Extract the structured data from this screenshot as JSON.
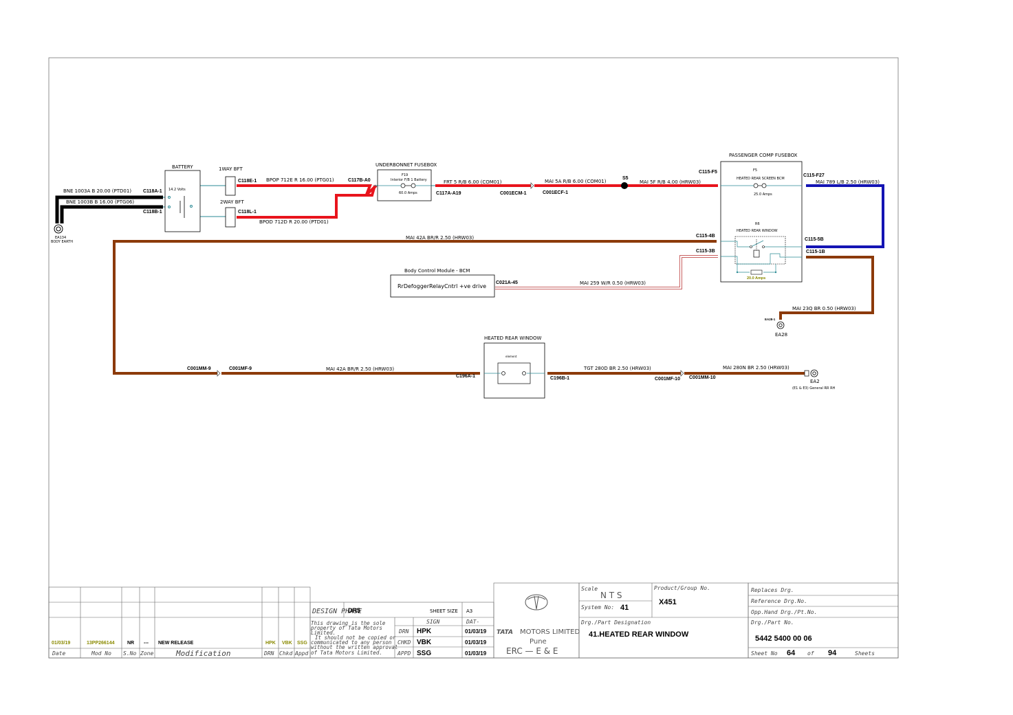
{
  "colors": {
    "red": "#e8141c",
    "blue": "#1414b4",
    "brown": "#8c3a0a",
    "brown2": "#7a3d0c",
    "black": "#000000",
    "teal": "#2a8a94",
    "amber": "#cccc00"
  },
  "components": {
    "battery": {
      "title": "BATTERY",
      "volts": "14.2 Volts"
    },
    "bft1": "1WAY BFT",
    "bft2": "2WAY BFT",
    "ubfb": {
      "title": "UNDERBONNET FUSEBOX",
      "fuse": "F19",
      "fuse_desc": "Interior F/B 1 Battery",
      "amps": "60.0 Amps"
    },
    "pcfb": {
      "title": "PASSENGER COMP FUSEBOX",
      "fuse": "F5",
      "fuse_desc": "HEATED REAR SCREEN BCM",
      "amps": "25.0 Amps",
      "relay": "R6",
      "relay_desc": "HEATED REAR WINDOW",
      "relay_amps": "20.0 Amps"
    },
    "bcm": {
      "title": "Body Control Module - BCM",
      "func": "RrDefoggerRelayCntrl +ve drive"
    },
    "hrw": {
      "title": "HEATED REAR WINDOW",
      "element": "element"
    },
    "ea134": {
      "id": "EA134",
      "desc": "BODY EARTH"
    },
    "ea28": {
      "id": "EA28"
    },
    "ea2": {
      "id": "EA2",
      "desc": "(E1 & E3) General RR RH"
    }
  },
  "wires": {
    "w1003a": "BNE  1003A   B  20.00  (PTD01)",
    "w1003b": "BNE  1003B   B  16.00  (PTG06)",
    "w712e": "BPOP  712E   R  16.00  (PTG01)",
    "w712d": "BPOD  712D   R  20.00  (PTD01)",
    "w5": "FRT  5   R/B  6.00  (COM01)",
    "w5a": "MAI  5A  R/B  6.00  (COM01)",
    "w5f": "MAI  5F   R/B  4.00  (HRW03)",
    "w789": "MAI  789  L/B  2.50  (HRW03)",
    "w42a_top": "MAI  42A   BR/R  2.50  (HRW03)",
    "w42a_bot": "MAI  42A   BR/R  2.50  (HRW03)",
    "w259": "MAI  259   W/R  0.50  (HRW03)",
    "w23q": "MAI  23Q   BR  0.50  (HRW03)",
    "w280d": "TGT  280D   BR  2.50  (HRW03)",
    "w280n": "MAI  280N   BR  2.50  (HRW03)"
  },
  "splice": "S5",
  "connectors": {
    "c118a": "C118A-1",
    "c118b": "C118B-1",
    "c118e": "C118E-1",
    "c118l": "C118L-1",
    "c117b": "C117B-A0",
    "c117a": "C117A-A19",
    "c001ecm": "C001ECM-1",
    "c001ecf": "C001ECF-1",
    "c115f5": "C115-F5",
    "c115f27": "C115-F27",
    "c1154b": "C115-4B",
    "c1153b": "C115-3B",
    "c1155b": "C115-5B",
    "c1151b": "C115-1B",
    "c021a": "C021A-45",
    "ea281": "EA28-1",
    "c001mm9": "C001MM-9",
    "c001mf9": "C001MF-9",
    "c196a": "C196A-1",
    "c196b": "C196B-1",
    "c001mf10": "C001MF-10",
    "c001mm10": "C001MM-10"
  },
  "title_block": {
    "rev": {
      "date": "01/03/19",
      "mod": "13PP266144",
      "sno": "NR",
      "zone": "---",
      "modification": "NEW RELEASE",
      "drn": "HPK",
      "chkd": "VBK",
      "appd": "SSG"
    },
    "headers": {
      "date": "Date",
      "mod": "Mod No",
      "sno": "S.No",
      "zone": "Zone",
      "modification": "Modification",
      "drn": "DRN",
      "chkd": "Chkd",
      "appd": "Appd"
    },
    "design_phase_label": "DESIGN PHASE",
    "design_phase": "DR5",
    "sheet_size_label": "SHEET SIZE",
    "sheet_size": "A3",
    "notice": [
      "This drawing is the sole",
      "property of Tata Motors",
      "Limited.",
      "It should not be copied or",
      "communicated to any person",
      "without the written approval",
      "of Tata Motors Limited."
    ],
    "sign_label": "SIGN",
    "date_label": "DAT-",
    "sign_rows": [
      {
        "role": "DRN",
        "name": "HPK",
        "date": "01/03/19"
      },
      {
        "role": "CHKD",
        "name": "VBK",
        "date": "01/03/19"
      },
      {
        "role": "APPD",
        "name": "SSG",
        "date": "01/03/19"
      }
    ],
    "company_logo": "TATA",
    "company_line": "MOTORS LIMITED",
    "city": "Pune",
    "dept": "ERC — E & E",
    "scale_label": "Scale",
    "scale": "N T S",
    "system_label": "System No:",
    "system": "41",
    "product_label": "Product/Group No.",
    "product": "X451",
    "designation_label": "Drg./Part Designation",
    "designation": "41.HEATED REAR WINDOW",
    "replaces_label": "Replaces Drg.",
    "reference_label": "Reference Drg.No.",
    "opp_label": "Opp.Hand Drg./Pt.No.",
    "partno_label": "Drg./Part No.",
    "partno": "5442 5400 00 06",
    "sheet_label": "Sheet No",
    "sheet_no": "64",
    "of_label": "of",
    "total": "94",
    "sheets_label": "Sheets"
  }
}
